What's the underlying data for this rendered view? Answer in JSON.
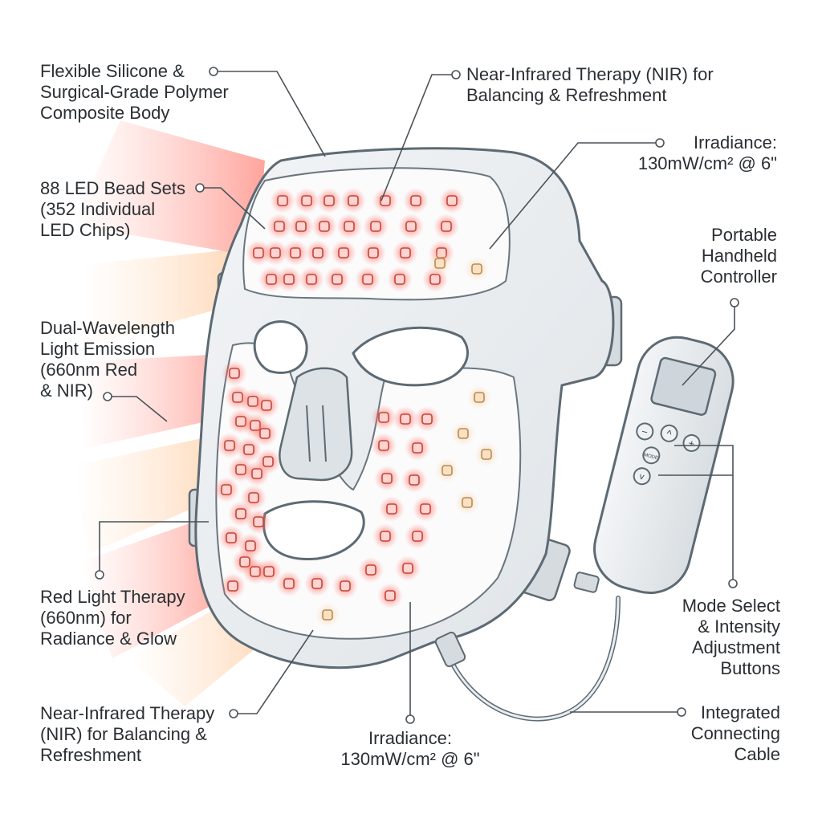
{
  "callouts": {
    "body_material": [
      "Flexible Silicone &",
      "Surgical-Grade Polymer",
      "Composite Body"
    ],
    "nir_top": [
      "Near-Infrared Therapy (NIR) for",
      "Balancing & Refreshment"
    ],
    "irradiance_top": [
      "Irradiance:",
      "130mW/cm² @ 6\""
    ],
    "led_beads": [
      "88 LED Bead Sets",
      "(352 Individual",
      "LED Chips)"
    ],
    "controller": [
      "Portable",
      "Handheld",
      "Controller"
    ],
    "dual_wavelength": [
      "Dual-Wavelength",
      "Light Emission",
      "(660nm Red",
      "& NIR)"
    ],
    "red_light": [
      "Red Light Therapy",
      "(660nm) for",
      "Radiance & Glow"
    ],
    "mode_buttons": [
      "Mode Select",
      "& Intensity",
      "Adjustment",
      "Buttons"
    ],
    "nir_bottom": [
      "Near-Infrared Therapy",
      "(NIR) for Balancing &",
      "Refreshment"
    ],
    "irradiance_bottom": [
      "Irradiance:",
      "130mW/cm² @ 6\""
    ],
    "cable": [
      "Integrated",
      "Connecting",
      "Cable"
    ]
  },
  "controller_buttons": [
    "−",
    "^",
    "+",
    "MODE",
    "v"
  ],
  "colors": {
    "red_light": "#ff3b30",
    "nir_light": "#f2b36b",
    "mask_fill": "#e8ecef",
    "mask_stroke": "#5d6a73",
    "leader_line": "#4b5258"
  }
}
